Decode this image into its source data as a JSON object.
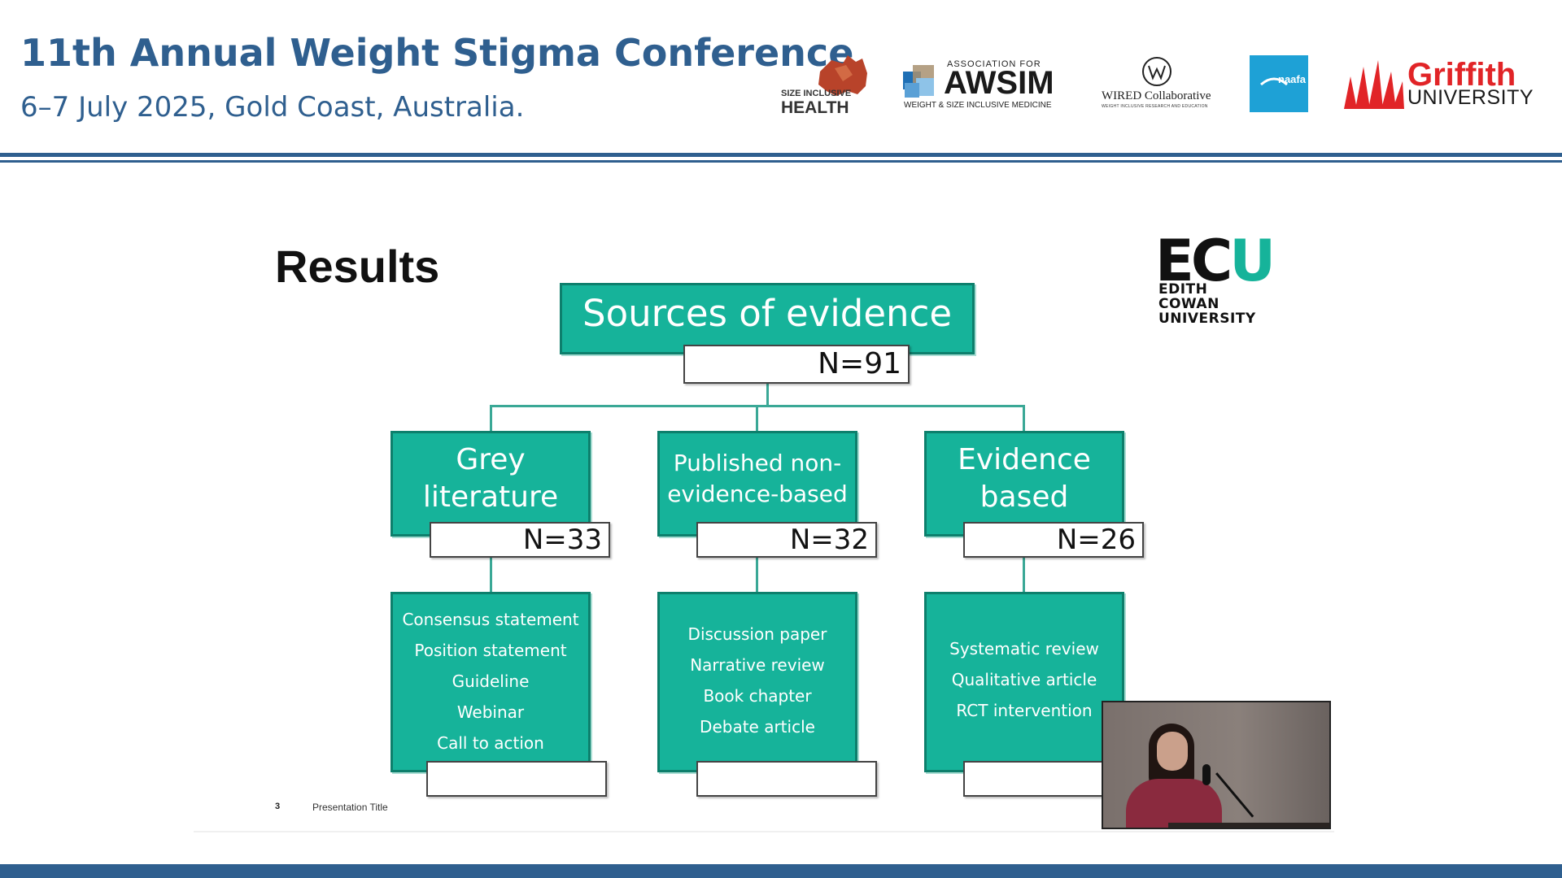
{
  "header": {
    "title": "11th Annual Weight Stigma Conference",
    "subtitle": "6–7 July 2025, Gold Coast, Australia."
  },
  "logos": {
    "sih": {
      "line1": "SIZE INCLUSIVE",
      "line2": "HEALTH",
      "icon": "australia-map-icon"
    },
    "awsim": {
      "assoc": "ASSOCIATION FOR",
      "name": "AWSIM",
      "sub": "WEIGHT & SIZE INCLUSIVE MEDICINE",
      "colors": [
        "#1e6fb5",
        "#5aa0d6",
        "#8ec3e8",
        "#a89070"
      ]
    },
    "wired": {
      "name": "WIRED Collaborative",
      "sub": "WEIGHT INCLUSIVE RESEARCH AND EDUCATION",
      "icon": "wired-w-circle-icon"
    },
    "naafa": {
      "name": "naafa",
      "color": "#1ea1d6"
    },
    "griffith": {
      "name": "Griffith",
      "sub": "UNIVERSITY",
      "color": "#e12427"
    },
    "ecu": {
      "mark_a": "EC",
      "mark_b": "U",
      "line1": "EDITH COWAN",
      "line2": "UNIVERSITY",
      "accent": "#16b39a"
    }
  },
  "slide": {
    "heading": "Results",
    "footer_page": "3",
    "footer_title": "Presentation Title",
    "accent_color": "#16b39a",
    "top": {
      "label": "Sources of evidence",
      "n": "N=91"
    },
    "categories": [
      {
        "label": "Grey literature",
        "n": "N=33",
        "items": [
          "Consensus statement",
          "Position statement",
          "Guideline",
          "Webinar",
          "Call to action"
        ]
      },
      {
        "label": "Published non-evidence-based",
        "n": "N=32",
        "items": [
          "Discussion paper",
          "Narrative review",
          "Book chapter",
          "Debate article"
        ]
      },
      {
        "label": "Evidence based",
        "n": "N=26",
        "items": [
          "Systematic review",
          "Qualitative article",
          "RCT intervention"
        ]
      }
    ]
  }
}
